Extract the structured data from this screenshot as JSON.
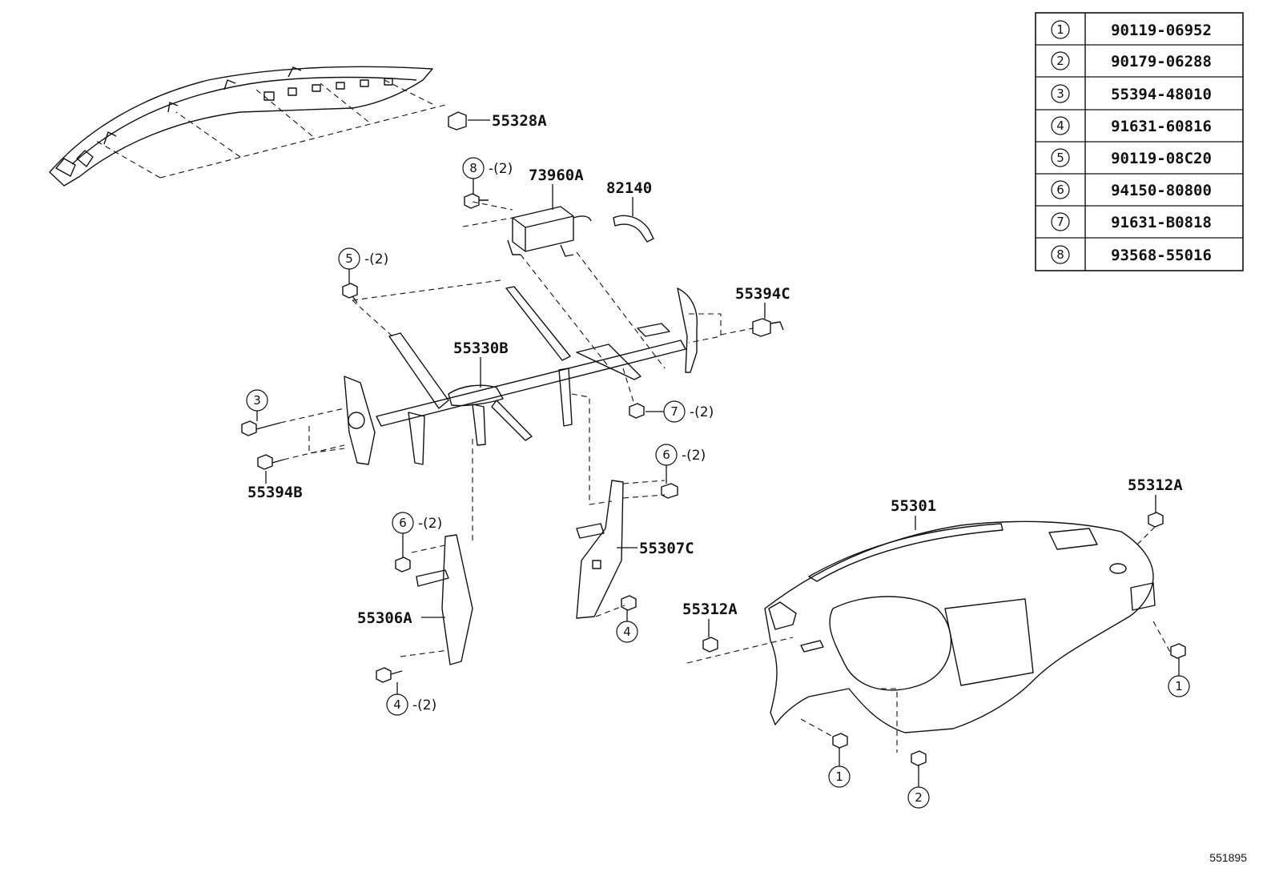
{
  "table": {
    "rows": [
      {
        "ref": "1",
        "part": "90119-06952"
      },
      {
        "ref": "2",
        "part": "90179-06288"
      },
      {
        "ref": "3",
        "part": "55394-48010"
      },
      {
        "ref": "4",
        "part": "91631-60816"
      },
      {
        "ref": "5",
        "part": "90119-08C20"
      },
      {
        "ref": "6",
        "part": "94150-80800"
      },
      {
        "ref": "7",
        "part": "91631-B0818"
      },
      {
        "ref": "8",
        "part": "93568-55016"
      }
    ]
  },
  "labels": {
    "l55328A": "55328A",
    "l73960A": "73960A",
    "l82140": "82140",
    "l55394C": "55394C",
    "l55330B": "55330B",
    "l55394B": "55394B",
    "l55306A": "55306A",
    "l55307C": "55307C",
    "l55301": "55301",
    "l55312A_right": "55312A",
    "l55312A_mid": "55312A"
  },
  "callouts": {
    "c8": {
      "num": "8",
      "qty": "-(2)"
    },
    "c5": {
      "num": "5",
      "qty": "-(2)"
    },
    "c3": {
      "num": "3"
    },
    "c7": {
      "num": "7",
      "qty": "-(2)"
    },
    "c6a": {
      "num": "6",
      "qty": "-(2)"
    },
    "c6b": {
      "num": "6",
      "qty": "-(2)"
    },
    "c4a": {
      "num": "4",
      "qty": "-(2)"
    },
    "c4b": {
      "num": "4"
    },
    "c1a": {
      "num": "1"
    },
    "c1b": {
      "num": "1"
    },
    "c2": {
      "num": "2"
    }
  },
  "diagram_ref": "551895"
}
